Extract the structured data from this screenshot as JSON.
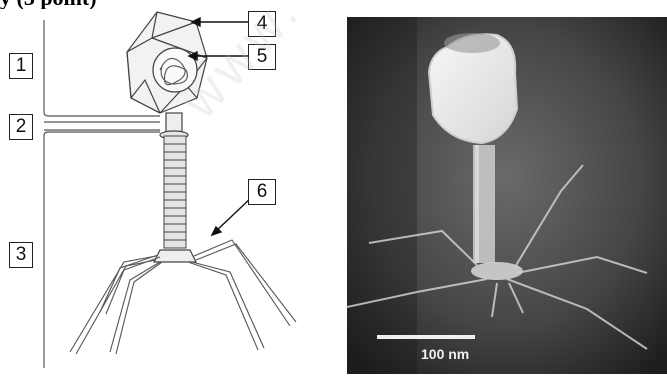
{
  "heading": "y      (3 point)",
  "labels": {
    "l1": "1",
    "l2": "2",
    "l3": "3",
    "l4": "4",
    "l5": "5",
    "l6": "6"
  },
  "scale_bar": {
    "label": "100 nm"
  },
  "watermark_text": "www.",
  "colors": {
    "line": "#444444",
    "capsid_fill": "#f2f2f2",
    "tail_fill": "#e4e4e4",
    "photo_bg": "#3b3b3b"
  }
}
